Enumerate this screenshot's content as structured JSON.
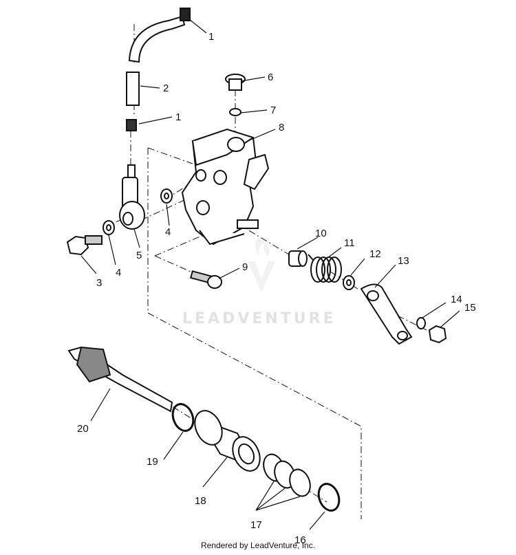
{
  "watermark": {
    "text": "LEADVENTURE"
  },
  "footer": {
    "text": "Rendered by LeadVenture, Inc."
  },
  "callouts": [
    {
      "id": "c1a",
      "label": "1"
    },
    {
      "id": "c2",
      "label": "2"
    },
    {
      "id": "c1b",
      "label": "1"
    },
    {
      "id": "c3",
      "label": "3"
    },
    {
      "id": "c4a",
      "label": "4"
    },
    {
      "id": "c4b",
      "label": "4"
    },
    {
      "id": "c5",
      "label": "5"
    },
    {
      "id": "c6",
      "label": "6"
    },
    {
      "id": "c7",
      "label": "7"
    },
    {
      "id": "c8",
      "label": "8"
    },
    {
      "id": "c9",
      "label": "9"
    },
    {
      "id": "c10",
      "label": "10"
    },
    {
      "id": "c11",
      "label": "11"
    },
    {
      "id": "c12",
      "label": "12"
    },
    {
      "id": "c13",
      "label": "13"
    },
    {
      "id": "c14",
      "label": "14"
    },
    {
      "id": "c15",
      "label": "15"
    },
    {
      "id": "c16",
      "label": "16"
    },
    {
      "id": "c17",
      "label": "17"
    },
    {
      "id": "c18",
      "label": "18"
    },
    {
      "id": "c19",
      "label": "19"
    },
    {
      "id": "c20",
      "label": "20"
    }
  ]
}
